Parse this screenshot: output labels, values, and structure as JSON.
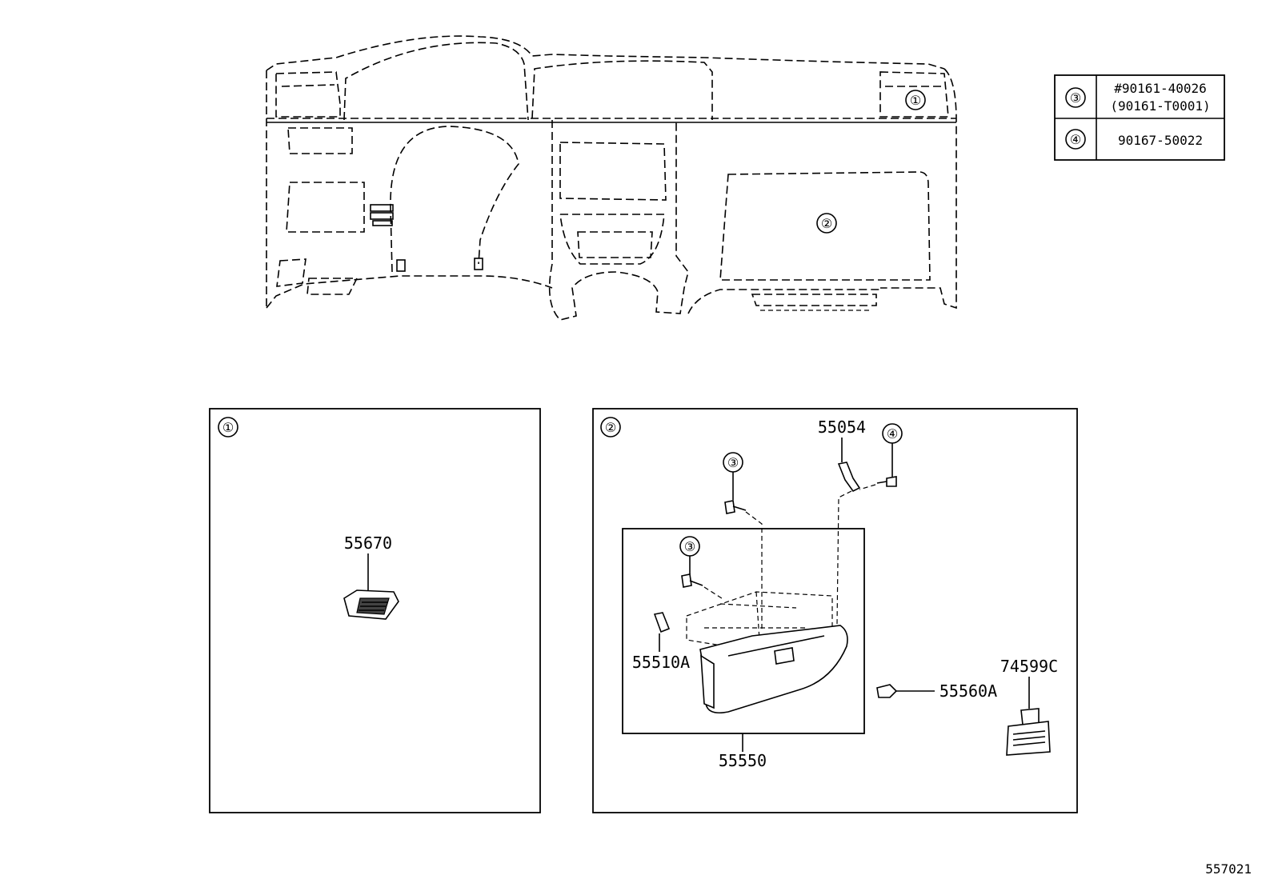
{
  "diagram_id": "557021",
  "callouts": {
    "c1": "①",
    "c2": "②",
    "c3": "③",
    "c4": "④"
  },
  "legend": {
    "rows": [
      {
        "callout": "③",
        "line1": "#90161-40026",
        "line2": "(90161-T0001)"
      },
      {
        "callout": "④",
        "line1": "90167-50022"
      }
    ]
  },
  "panel_1": {
    "callout": "①",
    "parts": [
      "55670"
    ]
  },
  "panel_2": {
    "callout": "②",
    "parts": {
      "bracket": "55054",
      "lock": "55510A",
      "glove_box": "55550",
      "damper": "55560A",
      "label": "74599C"
    },
    "screw_callouts": [
      "③",
      "④",
      "③"
    ]
  }
}
